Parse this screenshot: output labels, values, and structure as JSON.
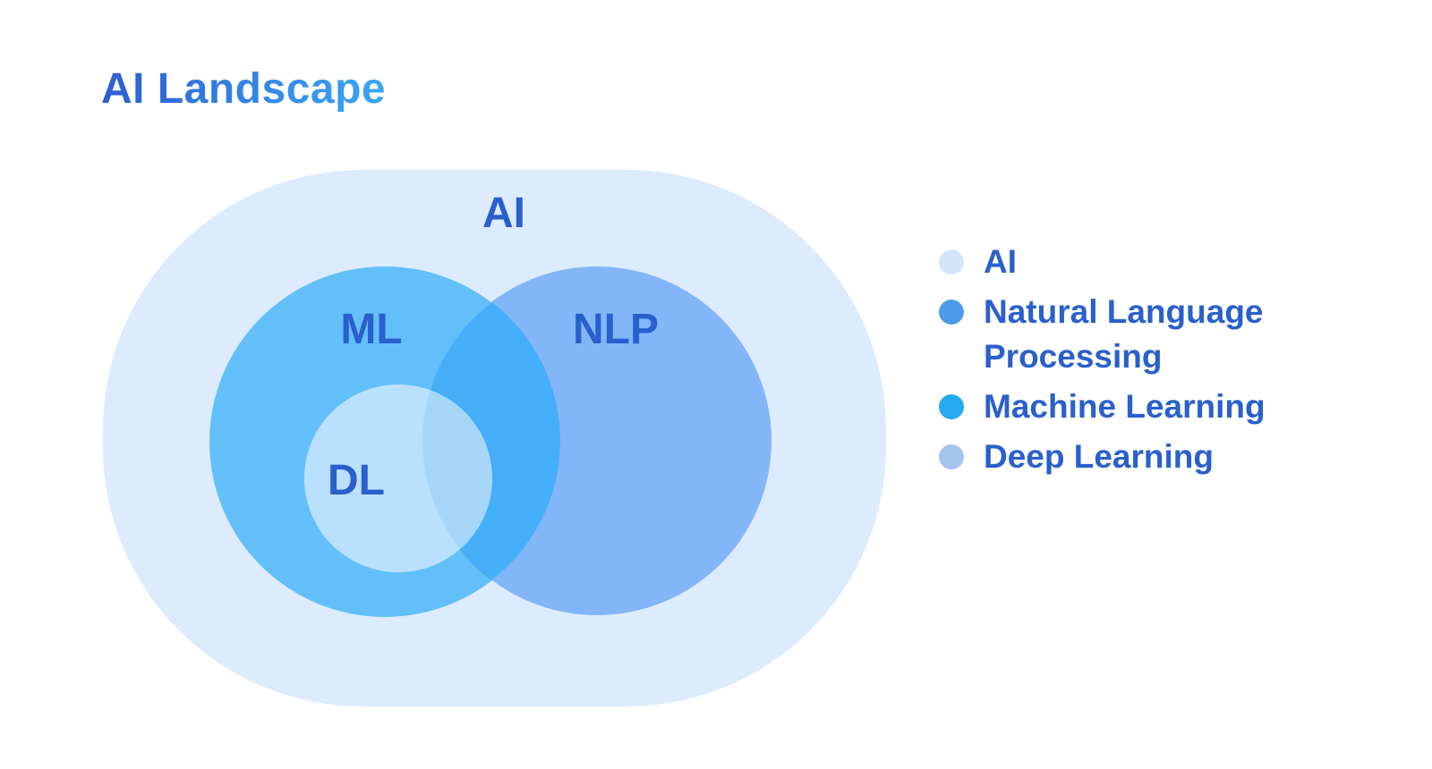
{
  "title": {
    "text": "AI Landscape",
    "gradient_from": "#2c5ed2",
    "gradient_to": "#3ba7f5"
  },
  "diagram": {
    "type": "venn",
    "labels": {
      "ai": "AI",
      "ml": "ML",
      "nlp": "NLP",
      "dl": "DL"
    },
    "colors": {
      "ai_fill": "#dcebfd",
      "ml_fill": "#63bffa",
      "nlp_fill": "#82b6f9",
      "ml_nlp_overlap": "#45aef9",
      "dl_fill": "#b9e0fc",
      "dl_nlp_overlap": "#a6d7f9",
      "label_text": "#2a5fce"
    },
    "relations": [
      "ML inside AI",
      "NLP inside AI",
      "DL inside ML",
      "ML overlaps NLP",
      "DL overlaps NLP"
    ]
  },
  "legend": {
    "text_color": "#2a60cc",
    "items": [
      {
        "label": "AI",
        "color": "#d4e5fa"
      },
      {
        "label": "Natural Language Processing",
        "color": "#4e9ce9"
      },
      {
        "label": "Machine Learning",
        "color": "#25a9f1"
      },
      {
        "label": "Deep Learning",
        "color": "#a6c2ef"
      }
    ]
  }
}
